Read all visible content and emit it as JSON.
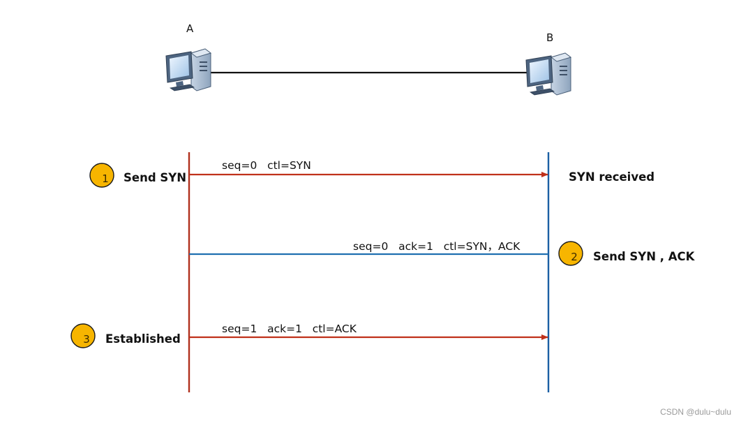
{
  "hosts": {
    "a": {
      "label": "A"
    },
    "b": {
      "label": "B"
    }
  },
  "steps": [
    {
      "number": "1",
      "label": "Send SYN"
    },
    {
      "number": "2",
      "label": "Send SYN , ACK"
    },
    {
      "number": "3",
      "label": "Established"
    }
  ],
  "received_label": "SYN received",
  "messages": [
    {
      "text": "seq=0   ctl=SYN",
      "direction": "A-to-B"
    },
    {
      "text": "seq=0   ack=1   ctl=SYN，ACK",
      "direction": "B-to-A"
    },
    {
      "text": "seq=1   ack=1   ctl=ACK",
      "direction": "A-to-B"
    }
  ],
  "colors": {
    "a_lifeline": "#b0301d",
    "b_lifeline": "#1b5fa4",
    "a_to_b_arrow": "#c0311a",
    "b_to_a_arrow": "#1f6fb0",
    "badge_fill": "#f7b500",
    "badge_stroke": "#1a1a1a",
    "link_line": "#111111"
  },
  "watermark": "CSDN @dulu~dulu"
}
